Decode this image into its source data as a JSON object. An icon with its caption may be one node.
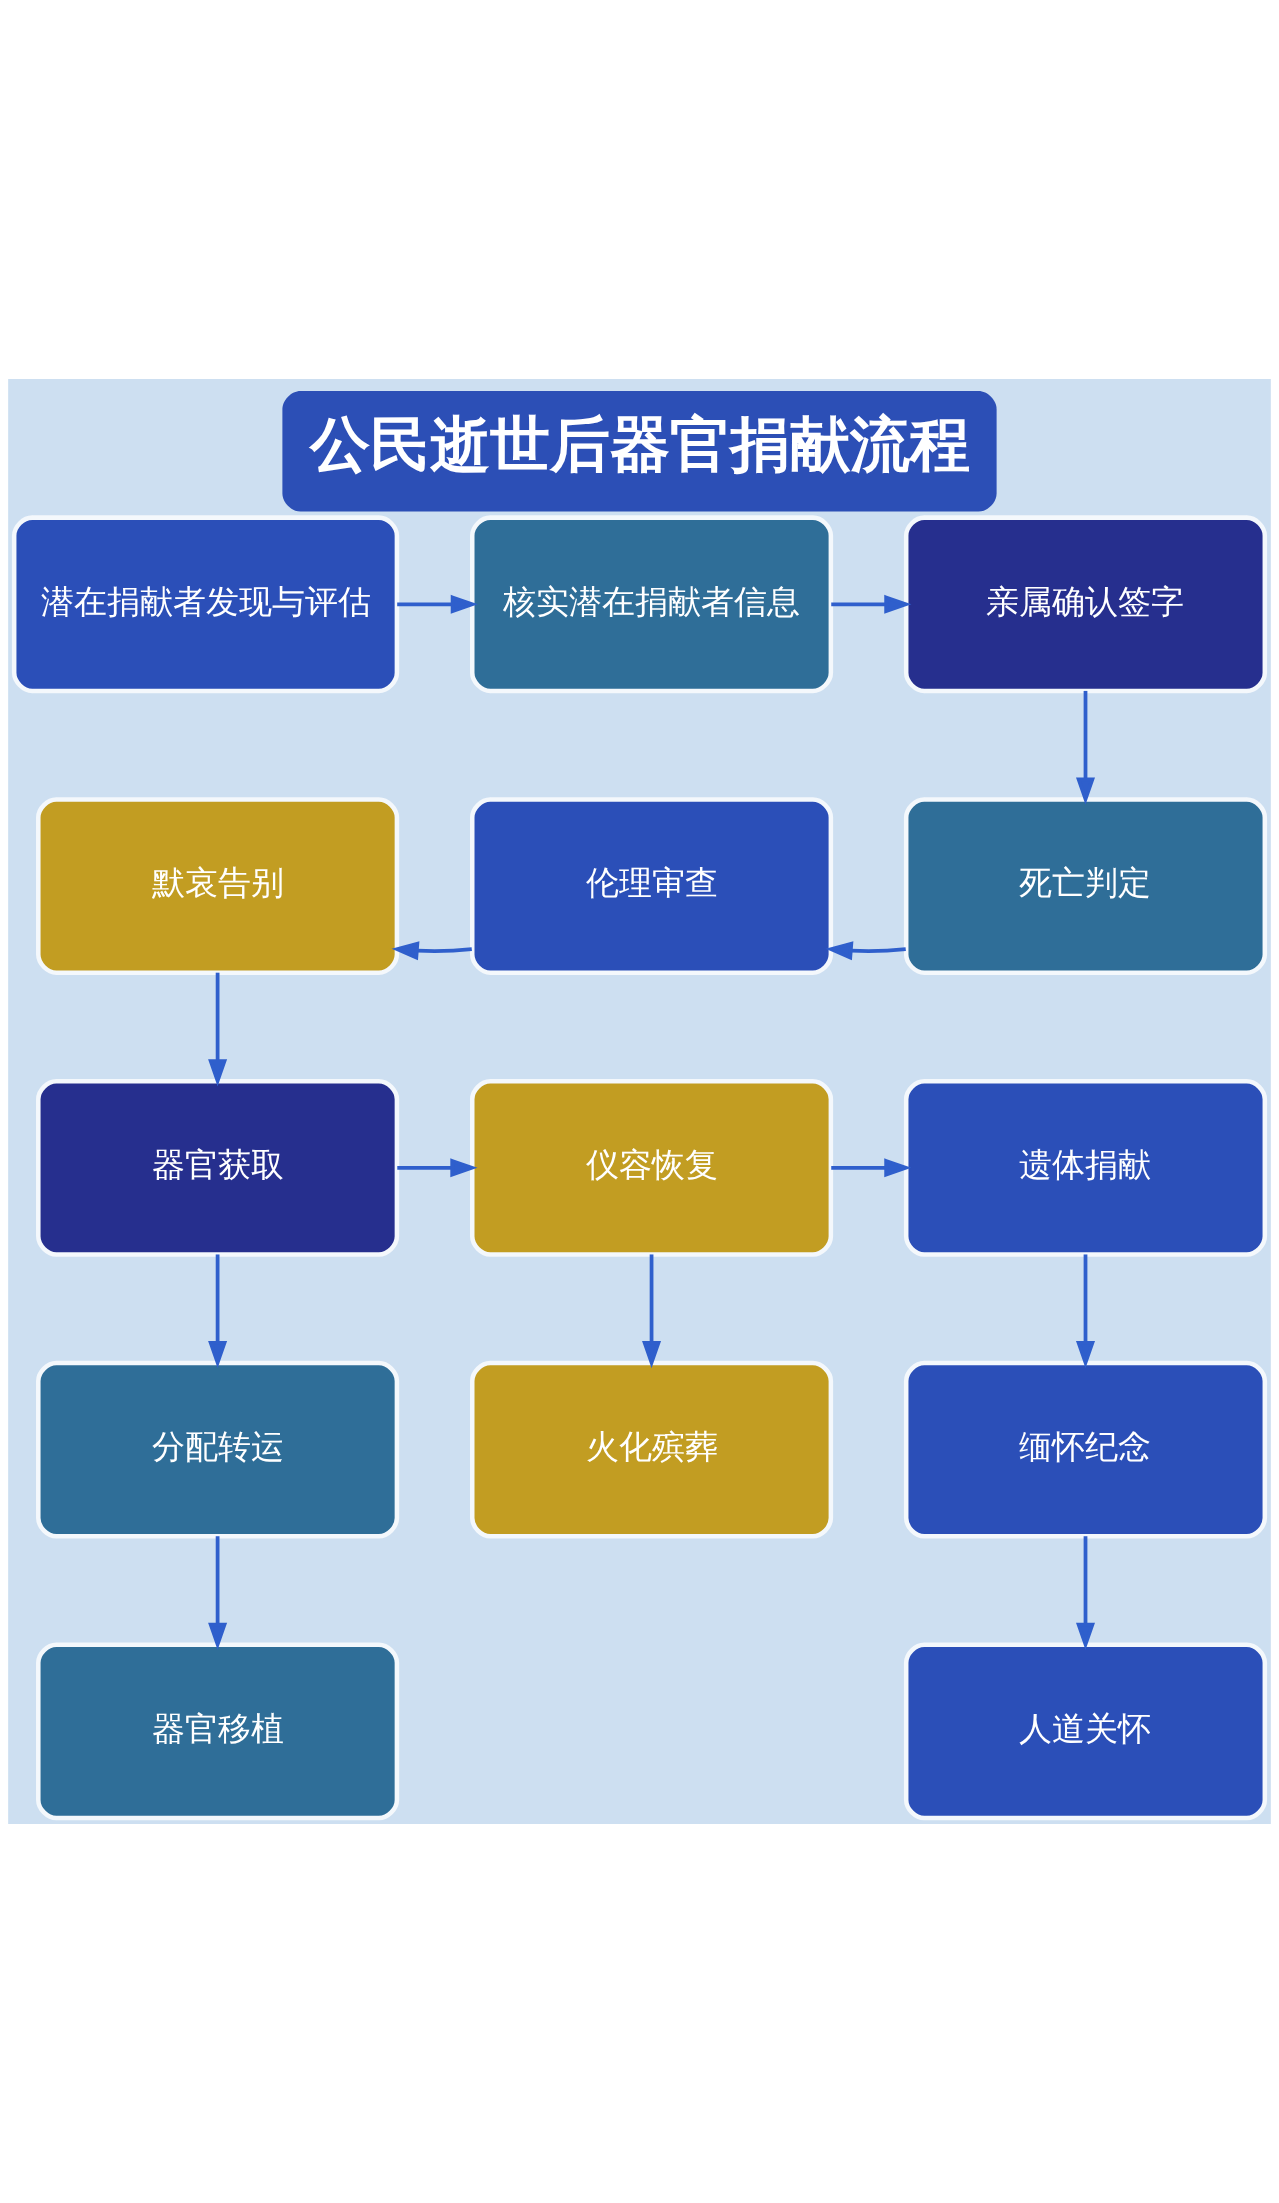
{
  "diagram": {
    "title": "公民逝世后器官捐献流程",
    "nodes": [
      {
        "text": [
          "潜在捐献者发现与评估"
        ]
      },
      {
        "text": [
          "核实潜在捐献者信息"
        ]
      },
      {
        "text": [
          "亲属确认签字"
        ]
      },
      {
        "text": [
          "死亡判定"
        ]
      },
      {
        "text": [
          "伦理审查"
        ]
      },
      {
        "text": [
          "默哀告别"
        ]
      },
      {
        "text": [
          "器官获取"
        ]
      },
      {
        "text": [
          "仪容恢复"
        ]
      },
      {
        "text": [
          "遗体捐献"
        ]
      },
      {
        "text": [
          "分配转运"
        ]
      },
      {
        "text": [
          "火化殡葬"
        ]
      },
      {
        "text": [
          "缅怀纪念"
        ]
      },
      {
        "text": [
          "器官移植"
        ]
      },
      {
        "text": [
          "人道关怀"
        ]
      }
    ],
    "edges": [
      {
        "from": 0,
        "to": 1,
        "arrow": "to"
      },
      {
        "from": 1,
        "to": 2,
        "arrow": "to"
      },
      {
        "from": 2,
        "to": 3,
        "arrow": "to"
      },
      {
        "from": 3,
        "to": 4,
        "arrow": "to"
      },
      {
        "from": 4,
        "to": 5,
        "arrow": "to"
      },
      {
        "from": 5,
        "to": 6,
        "arrow": "to"
      },
      {
        "from": 6,
        "to": 7,
        "arrow": "to"
      },
      {
        "from": 7,
        "to": 8,
        "arrow": "to"
      },
      {
        "from": 6,
        "to": 9,
        "arrow": "to"
      },
      {
        "from": 7,
        "to": 10,
        "arrow": "to"
      },
      {
        "from": 8,
        "to": 11,
        "arrow": "to"
      },
      {
        "from": 9,
        "to": 12,
        "arrow": "to"
      },
      {
        "from": 11,
        "to": 13,
        "arrow": "to"
      }
    ]
  }
}
